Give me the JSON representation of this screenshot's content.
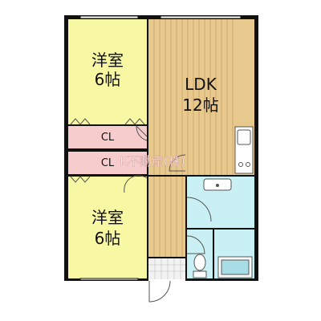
{
  "rooms": {
    "western_top": {
      "name": "洋室",
      "size": "6帖"
    },
    "western_bottom": {
      "name": "洋室",
      "size": "6帖"
    },
    "ldk": {
      "name": "LDK",
      "size": "12帖"
    },
    "closet_top": {
      "label": "CL"
    },
    "closet_bottom": {
      "label": "CL"
    }
  },
  "watermark": "K不動産(株)",
  "colors": {
    "western": "#f7f7a4",
    "ldk": "#e8c98d",
    "closet": "#f6cccc",
    "wet": "#c9f0f4",
    "wall": "#111111"
  }
}
